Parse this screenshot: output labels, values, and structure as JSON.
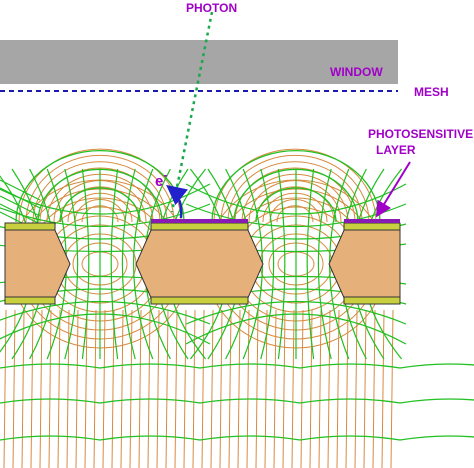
{
  "labels": {
    "photon": "PHOTON",
    "window": "WINDOW",
    "mesh": "MESH",
    "photosensitive_line1": "PHOTOSENSITIVE",
    "photosensitive_line2": "LAYER",
    "electron": "e",
    "electron_sup": "-"
  },
  "colors": {
    "label": "#a000c8",
    "window": "#a6a6a6",
    "mesh": "#1a1ab0",
    "photon": "#1aa84a",
    "electron_arrow": "#2222cc",
    "field_line": "#20c020",
    "equipotential": "#d88a40",
    "copper": "#e6b07a",
    "electrode": "#c8d040",
    "photosensitive": "#8a1ab4"
  }
}
